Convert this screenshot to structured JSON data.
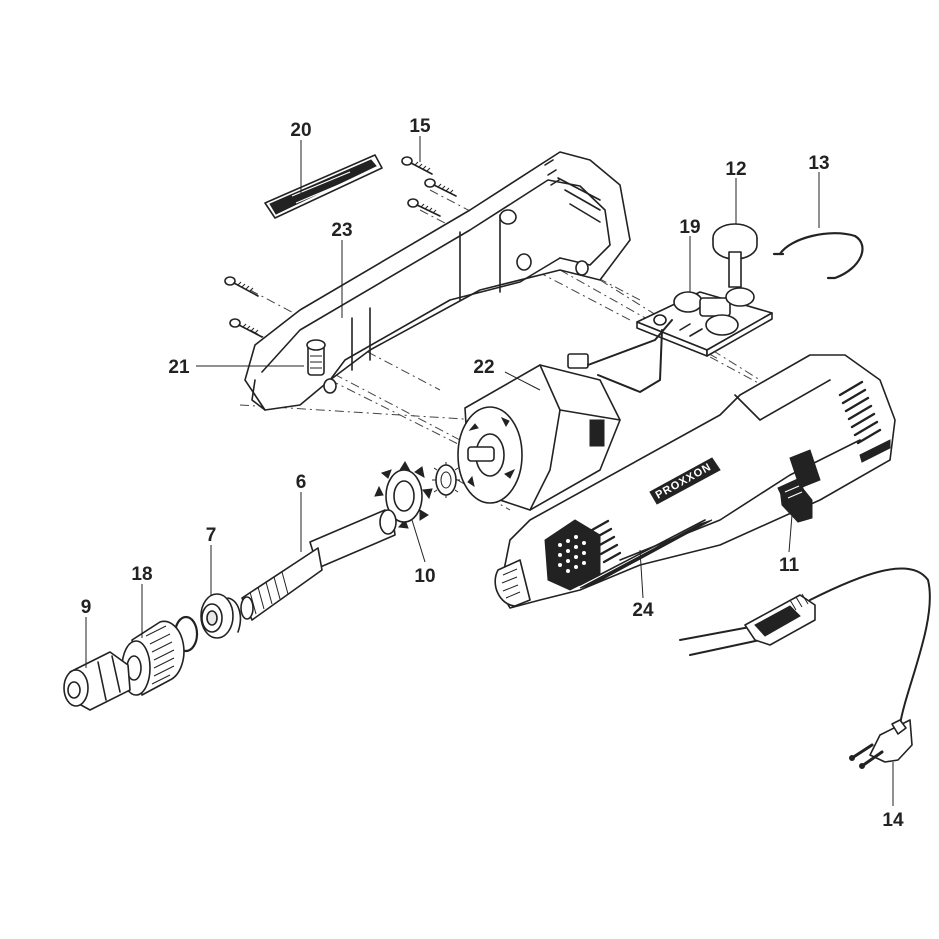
{
  "diagram": {
    "brand_text": "PROXXON",
    "parts": [
      {
        "id": "p20",
        "label": "20"
      },
      {
        "id": "p15",
        "label": "15"
      },
      {
        "id": "p12",
        "label": "12"
      },
      {
        "id": "p13",
        "label": "13"
      },
      {
        "id": "p19",
        "label": "19"
      },
      {
        "id": "p23",
        "label": "23"
      },
      {
        "id": "p21",
        "label": "21"
      },
      {
        "id": "p22",
        "label": "22"
      },
      {
        "id": "p6",
        "label": "6"
      },
      {
        "id": "p7",
        "label": "7"
      },
      {
        "id": "p18",
        "label": "18"
      },
      {
        "id": "p9",
        "label": "9"
      },
      {
        "id": "p10",
        "label": "10"
      },
      {
        "id": "p24",
        "label": "24"
      },
      {
        "id": "p11",
        "label": "11"
      },
      {
        "id": "p14",
        "label": "14"
      }
    ]
  }
}
